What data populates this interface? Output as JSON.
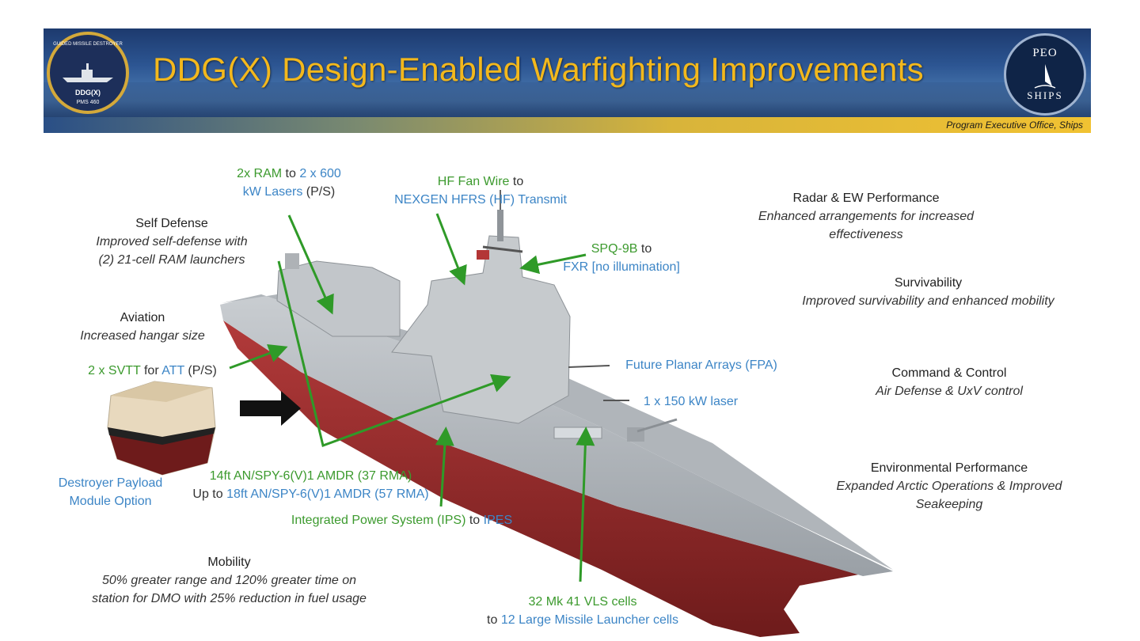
{
  "header": {
    "title": "DDG(X) Design-Enabled Warfighting Improvements",
    "subtitle": "Program Executive Office, Ships",
    "left_seal": {
      "top_text": "GUIDED MISSILE DESTROYER",
      "center_text": "DDG(X)",
      "bottom_text": "PMS 460"
    },
    "right_seal": {
      "top_text": "PEO",
      "bottom_text": "SHIPS"
    }
  },
  "benefits": [
    {
      "heading": "Self Defense",
      "lines": [
        "Improved self-defense with",
        "(2) 21-cell RAM launchers"
      ]
    },
    {
      "heading": "Aviation",
      "lines": [
        "Increased hangar size"
      ]
    },
    {
      "heading": "Radar & EW Performance",
      "lines": [
        "Enhanced arrangements for increased",
        "effectiveness"
      ]
    },
    {
      "heading": "Survivability",
      "lines": [
        "Improved survivability and enhanced mobility"
      ]
    },
    {
      "heading": "Command & Control",
      "lines": [
        "Air Defense & UxV control"
      ]
    },
    {
      "heading": "Environmental Performance",
      "lines": [
        "Expanded Arctic Operations & Improved",
        "Seakeeping"
      ]
    },
    {
      "heading": "Mobility",
      "lines": [
        "50% greater range and 120% greater time on",
        "station for DMO with 25% reduction in fuel usage"
      ]
    }
  ],
  "callouts": {
    "ram": {
      "from": "2x RAM",
      "connector": "to",
      "to_line1": "2 x 600",
      "to_line2": "kW Lasers",
      "suffix": "(P/S)"
    },
    "hf": {
      "from": "HF Fan Wire",
      "connector": "to",
      "to": "NEXGEN HFRS (HF) Transmit"
    },
    "spq": {
      "from": "SPQ-9B",
      "connector": "to",
      "to": "FXR [no illumination]"
    },
    "svtt": {
      "from": "2 x SVTT",
      "connector": "for",
      "to": "ATT",
      "suffix": "(P/S)"
    },
    "fpa": {
      "text": "Future Planar Arrays (FPA)"
    },
    "laser": {
      "text": "1 x 150 kW laser"
    },
    "module": {
      "line1": "Destroyer Payload",
      "line2": "Module Option"
    },
    "amdr": {
      "line1": "14ft AN/SPY-6(V)1 AMDR (37 RMA)",
      "prefix2": "Up to",
      "line2": "18ft AN/SPY-6(V)1 AMDR (57 RMA)"
    },
    "ips": {
      "from": "Integrated Power System (IPS)",
      "connector": "to",
      "to": "IPES"
    },
    "vls": {
      "from": "32 Mk 41 VLS cells",
      "connector": "to",
      "to": "12 Large Missile Launcher cells"
    }
  },
  "colors": {
    "green": "#3c9a2e",
    "blue": "#3c85c6",
    "gold": "#f3b81c",
    "hull_red": "#9b2a2a",
    "hull_gray": "#b8bcc0"
  }
}
